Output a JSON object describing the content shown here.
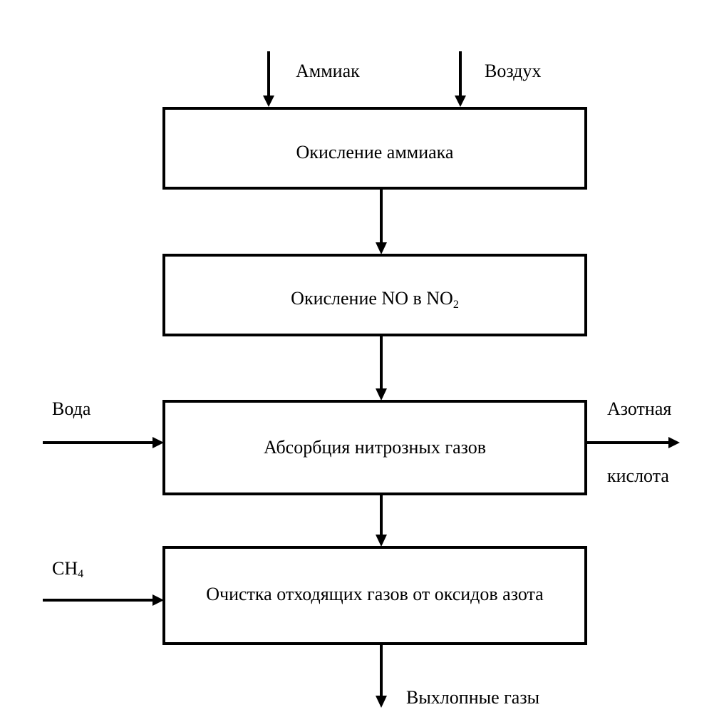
{
  "inputs_top": {
    "left": "Аммиак",
    "right": "Воздух"
  },
  "steps": [
    {
      "label": "Окисление аммиака"
    },
    {
      "label_main": "Окисление NO в NO",
      "label_sub": "2"
    },
    {
      "label": "Абсорбция нитрозных газов"
    },
    {
      "label": "Очистка отходящих газов от оксидов азота"
    }
  ],
  "side_inputs": {
    "water": "Вода",
    "methane_main": "CH",
    "methane_sub": "4"
  },
  "outputs": {
    "acid_line1": "Азотная",
    "acid_line2": "кислота",
    "exhaust": "Выхлопные газы"
  }
}
